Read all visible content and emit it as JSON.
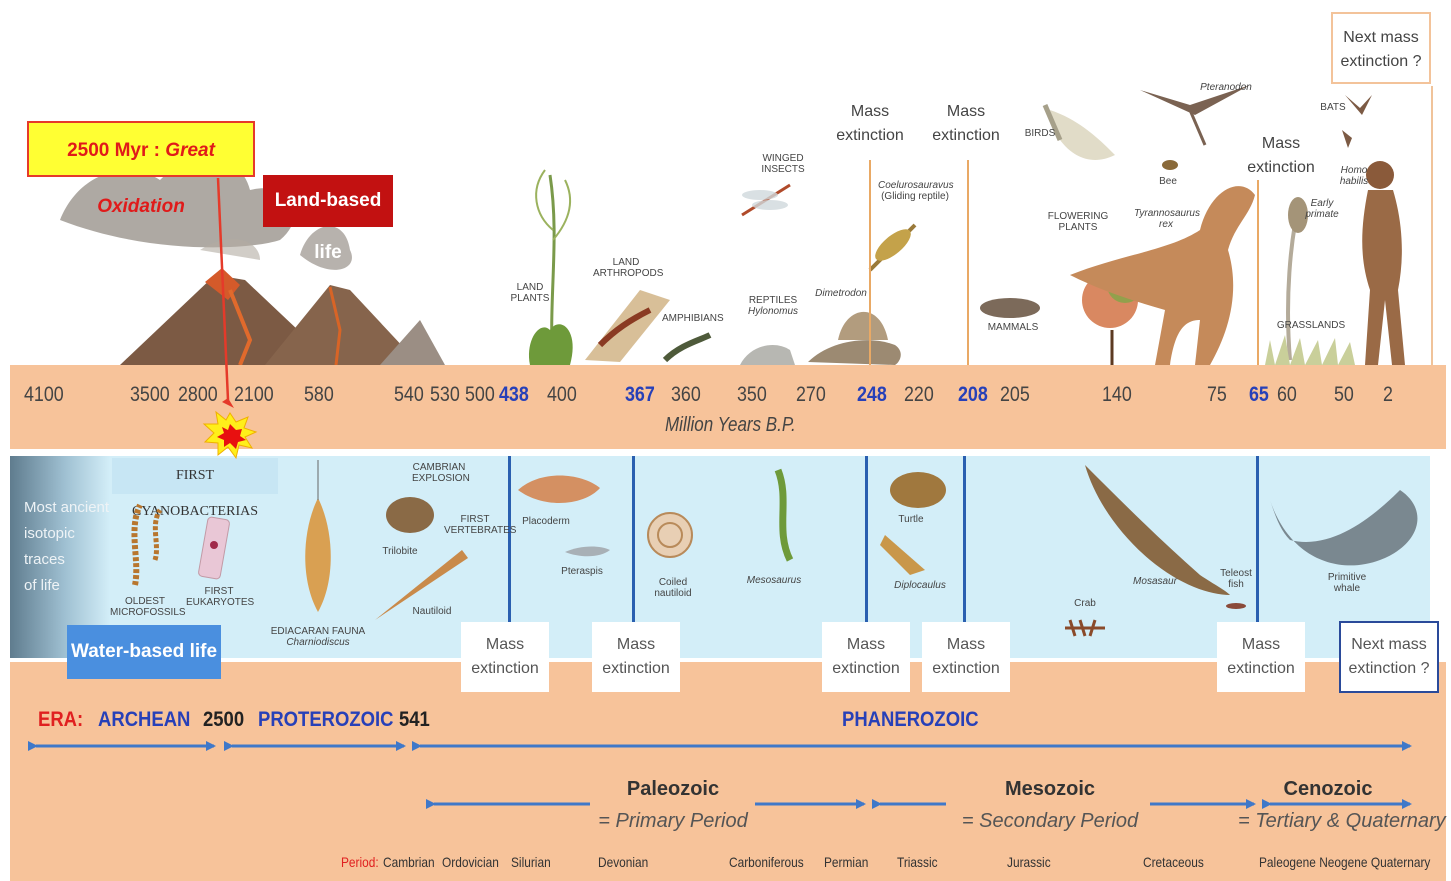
{
  "callouts": {
    "great_oxidation_prefix": "2500 Myr : ",
    "great_oxidation_em": "Great Oxidation",
    "land_life": "Land-based life",
    "water_life": "Water-based life",
    "first_cyano": "FIRST CYANOBACTERIAS",
    "ancient_traces": [
      "Most ancient",
      "isotopic traces",
      "of life"
    ]
  },
  "timeline": {
    "years": [
      "4100",
      "3500",
      "2800",
      "2100",
      "580",
      "540",
      "530",
      "500",
      "438",
      "400",
      "367",
      "360",
      "350",
      "270",
      "248",
      "220",
      "208",
      "205",
      "140",
      "75",
      "65",
      "60",
      "50",
      "2"
    ],
    "unit": "Million Years B.P."
  },
  "land_labels": {
    "land_plants": [
      "LAND",
      "PLANTS"
    ],
    "land_arthropods": [
      "LAND",
      "ARTHROPODS"
    ],
    "amphibians": "AMPHIBIANS",
    "winged_insects": [
      "WINGED",
      "INSECTS"
    ],
    "reptiles": [
      "REPTILES",
      "Hylonomus"
    ],
    "dimetrodon": "Dimetrodon",
    "coelurosauravus": [
      "Coelurosauravus",
      "(Gliding reptile)"
    ],
    "mammals": "MAMMALS",
    "birds": "BIRDS",
    "flowering_plants": [
      "FLOWERING",
      "PLANTS"
    ],
    "tyrannosaurus": [
      "Tyrannosaurus",
      "rex"
    ],
    "bee": "Bee",
    "pteranodon": "Pteranodon",
    "bats": "BATS",
    "early_primate": [
      "Early",
      "primate"
    ],
    "homo_habilis": [
      "Homo",
      "habilis"
    ],
    "grasslands": "GRASSLANDS"
  },
  "water_labels": {
    "oldest_microfossils": [
      "OLDEST",
      "MICROFOSSILS"
    ],
    "first_eukaryotes": [
      "FIRST",
      "EUKARYOTES"
    ],
    "ediacaran": [
      "EDIACARAN FAUNA",
      "Charniodiscus"
    ],
    "cambrian_explosion": [
      "CAMBRIAN",
      "EXPLOSION"
    ],
    "trilobite": "Trilobite",
    "first_vertebrates": [
      "FIRST",
      "VERTEBRATES"
    ],
    "nautiloid": "Nautiloid",
    "placoderm": "Placoderm",
    "pteraspis": "Pteraspis",
    "coiled_nautiloid": [
      "Coiled",
      "nautiloid"
    ],
    "mesosaurus": "Mesosaurus",
    "turtle": "Turtle",
    "diplocaulus": "Diplocaulus",
    "crab": "Crab",
    "mosasaur": "Mosasaur",
    "teleost": [
      "Teleost",
      "fish"
    ],
    "primitive_whale": [
      "Primitive",
      "whale"
    ]
  },
  "mass_extinction": [
    "Mass",
    "extinction"
  ],
  "mass_extinction_single": "Mass extinction",
  "next_mass": [
    "Next mass",
    "extinction ?"
  ],
  "eras": {
    "label": "ERA:",
    "archean": "ARCHEAN",
    "y2500": "2500",
    "proterozoic": "PROTEROZOIC",
    "y541": "541",
    "phanerozoic": "PHANEROZOIC"
  },
  "subdivisions": {
    "paleozoic": {
      "name": "Paleozoic",
      "desc": "= Primary Period"
    },
    "mesozoic": {
      "name": "Mesozoic",
      "desc": "= Secondary Period"
    },
    "cenozoic": {
      "name": "Cenozoic",
      "desc": "= Tertiary & Quaternary"
    }
  },
  "periods": {
    "label": "Period:",
    "names": [
      "Cambrian",
      "Ordovician",
      "Silurian",
      "Devonian",
      "Carboniferous",
      "Permian",
      "Triassic",
      "Jurassic",
      "Cretaceous",
      "Paleogene Neogene Quaternary"
    ]
  },
  "colors": {
    "band": "#f7c39a",
    "water": "#d3eef8",
    "blue_arrow": "#3f78c9",
    "highlight_year": "#2740b8",
    "era_label": "#e02020",
    "land_box": "#c21111",
    "oxidation_box": "#ffff33"
  }
}
